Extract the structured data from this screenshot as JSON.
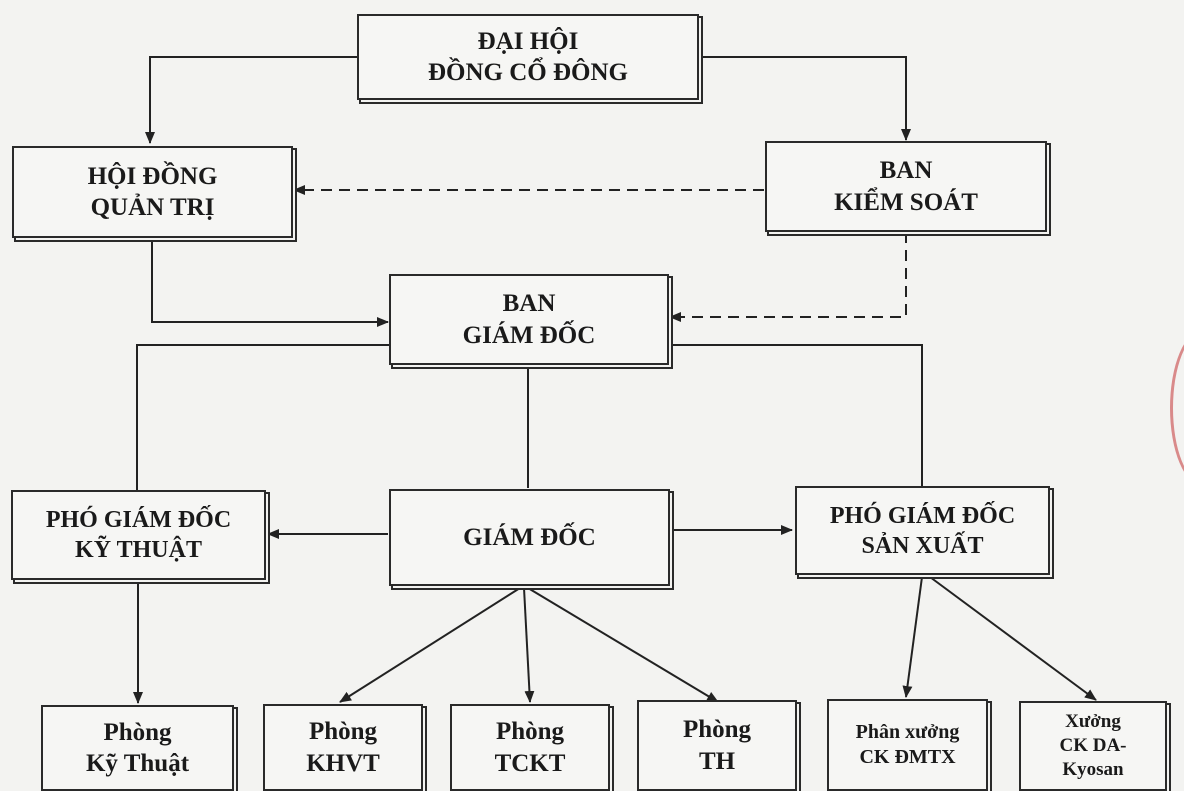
{
  "nodes": {
    "dhdcd": {
      "line1": "ĐẠI HỘI",
      "line2": "ĐỒNG CỔ ĐÔNG"
    },
    "hdqt": {
      "line1": "HỘI ĐỒNG",
      "line2": "QUẢN TRỊ"
    },
    "bks": {
      "line1": "BAN",
      "line2": "KIỂM SOÁT"
    },
    "bgd": {
      "line1": "BAN",
      "line2": "GIÁM ĐỐC"
    },
    "pgdkt": {
      "line1": "PHÓ GIÁM ĐỐC",
      "line2": "KỸ THUẬT"
    },
    "gd": {
      "line1": "GIÁM ĐỐC"
    },
    "pgdsx": {
      "line1": "PHÓ GIÁM ĐỐC",
      "line2": "SẢN XUẤT"
    },
    "p_kythuat": {
      "line1": "Phòng",
      "line2": "Kỹ Thuật"
    },
    "p_khvt": {
      "line1": "Phòng",
      "line2": "KHVT"
    },
    "p_tckt": {
      "line1": "Phòng",
      "line2": "TCKT"
    },
    "p_th": {
      "line1": "Phòng",
      "line2": "TH"
    },
    "px_ckdmtx": {
      "line1": "Phân xưởng",
      "line2": "CK ĐMTX"
    },
    "x_ckda": {
      "line1": "Xưởng",
      "line2": "CK DA-",
      "line3": "Kyosan"
    }
  }
}
